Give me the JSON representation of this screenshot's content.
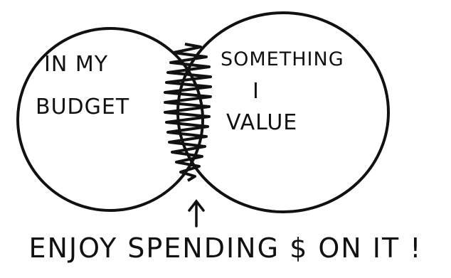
{
  "diagram": {
    "left_circle_label_line1": "IN MY",
    "left_circle_label_line2": "BUDGET",
    "right_circle_label_line1": "SOMETHING",
    "right_circle_label_line2": "I",
    "right_circle_label_line3": "VALUE",
    "caption": "ENJOY SPENDING $ ON IT !",
    "ink_color": "#111111",
    "background_color": "#ffffff",
    "arrow_icon": "arrow-up-icon"
  }
}
